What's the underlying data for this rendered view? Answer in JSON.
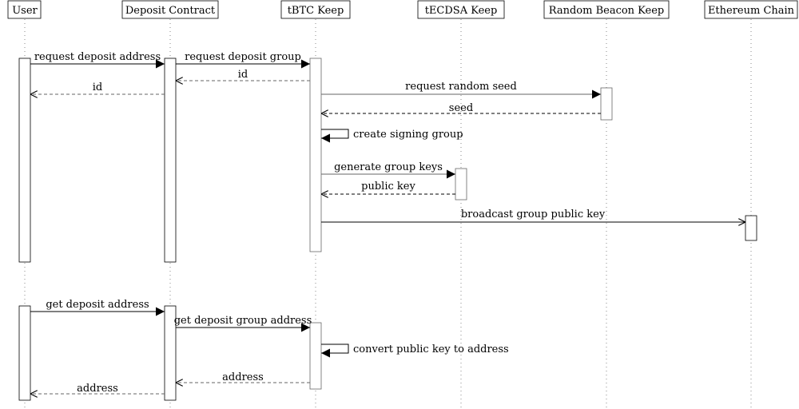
{
  "participants": [
    {
      "id": "user",
      "label": "User"
    },
    {
      "id": "deposit",
      "label": "Deposit Contract"
    },
    {
      "id": "tbtc",
      "label": "tBTC Keep"
    },
    {
      "id": "tecdsa",
      "label": "tECDSA Keep"
    },
    {
      "id": "beacon",
      "label": "Random Beacon Keep"
    },
    {
      "id": "eth",
      "label": "Ethereum Chain"
    }
  ],
  "messages": [
    {
      "label": "request deposit address",
      "from": "user",
      "to": "deposit",
      "style": "solid"
    },
    {
      "label": "request deposit group",
      "from": "deposit",
      "to": "tbtc",
      "style": "solid"
    },
    {
      "label": "id",
      "from": "tbtc",
      "to": "deposit",
      "style": "dashed"
    },
    {
      "label": "id",
      "from": "deposit",
      "to": "user",
      "style": "dashed"
    },
    {
      "label": "request random seed",
      "from": "tbtc",
      "to": "beacon",
      "style": "solid"
    },
    {
      "label": "seed",
      "from": "beacon",
      "to": "tbtc",
      "style": "dashed"
    },
    {
      "label": "create signing group",
      "from": "tbtc",
      "to": "tbtc",
      "style": "self"
    },
    {
      "label": "generate group keys",
      "from": "tbtc",
      "to": "tecdsa",
      "style": "solid"
    },
    {
      "label": "public key",
      "from": "tecdsa",
      "to": "tbtc",
      "style": "dashed"
    },
    {
      "label": "broadcast group public key",
      "from": "tbtc",
      "to": "eth",
      "style": "async"
    },
    {
      "label": "get deposit address",
      "from": "user",
      "to": "deposit",
      "style": "solid"
    },
    {
      "label": "get deposit group address",
      "from": "deposit",
      "to": "tbtc",
      "style": "solid"
    },
    {
      "label": "convert public key to address",
      "from": "tbtc",
      "to": "tbtc",
      "style": "self"
    },
    {
      "label": "address",
      "from": "tbtc",
      "to": "deposit",
      "style": "dashed"
    },
    {
      "label": "address",
      "from": "deposit",
      "to": "user",
      "style": "dashed"
    }
  ]
}
